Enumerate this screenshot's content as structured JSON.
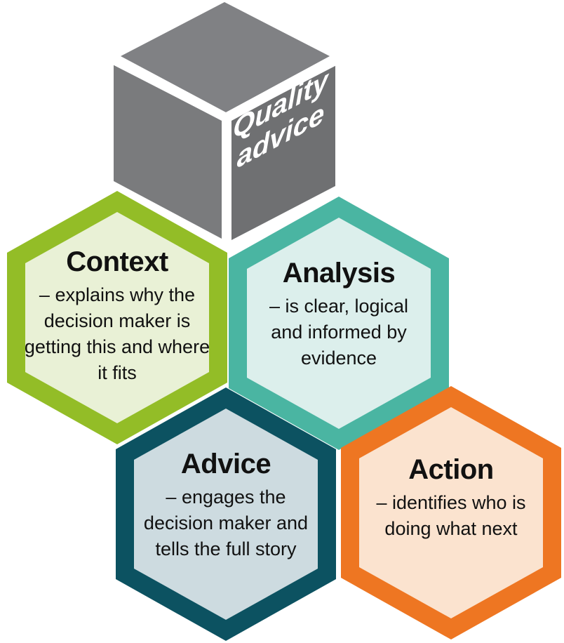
{
  "cube": {
    "line1": "Quality",
    "line2": "advice",
    "color_top": "#7b7c7e",
    "color_side": "#6c6d6f"
  },
  "hexagons": {
    "context": {
      "title": "Context",
      "desc": "– explains why the decision maker is getting this and where it fits",
      "border": "#93bd27",
      "fill": "#e9f1d6"
    },
    "analysis": {
      "title": "Analysis",
      "desc": "– is clear, logical and informed by evidence",
      "border": "#4ab5a2",
      "fill": "#dcefec"
    },
    "advice": {
      "title": "Advice",
      "desc": "– engages the decision maker and tells the full story",
      "border": "#0c5261",
      "fill": "#cddbe0"
    },
    "action": {
      "title": "Action",
      "desc": "– identifies who is doing what next",
      "border": "#ee7622",
      "fill": "#fbe3cf"
    }
  }
}
